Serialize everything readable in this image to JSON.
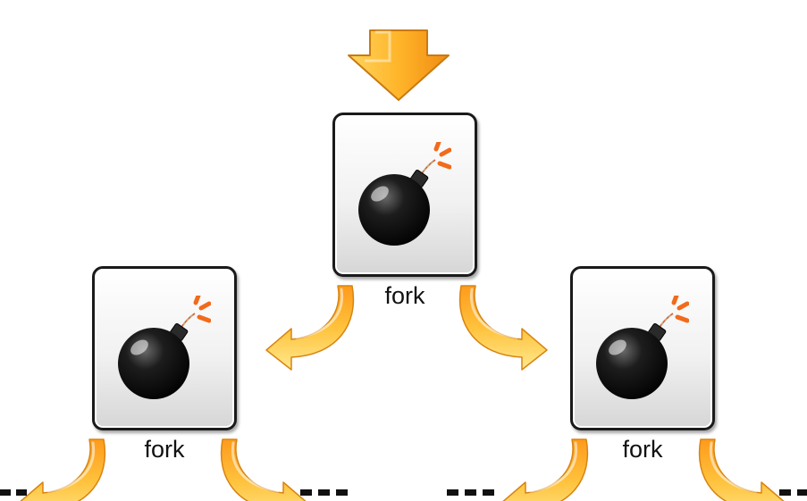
{
  "diagram": {
    "nodes": [
      {
        "id": "top",
        "label": "fork",
        "icon": "bomb-icon"
      },
      {
        "id": "left",
        "label": "fork",
        "icon": "bomb-icon"
      },
      {
        "id": "right",
        "label": "fork",
        "icon": "bomb-icon"
      }
    ],
    "edges": [
      {
        "from": "top",
        "to": "left"
      },
      {
        "from": "top",
        "to": "right"
      },
      {
        "from": "left",
        "to": "off-page"
      },
      {
        "from": "left",
        "to": "off-page"
      },
      {
        "from": "right",
        "to": "off-page"
      },
      {
        "from": "right",
        "to": "off-page"
      }
    ],
    "continuation_marker": "...",
    "colors": {
      "arrow_light": "#ffe07a",
      "arrow_dark": "#f49a1a",
      "arrow_outline": "#c97a10",
      "node_border": "#1a1a1a",
      "bomb_body": "#111111",
      "spark": "#f26a1b"
    }
  }
}
